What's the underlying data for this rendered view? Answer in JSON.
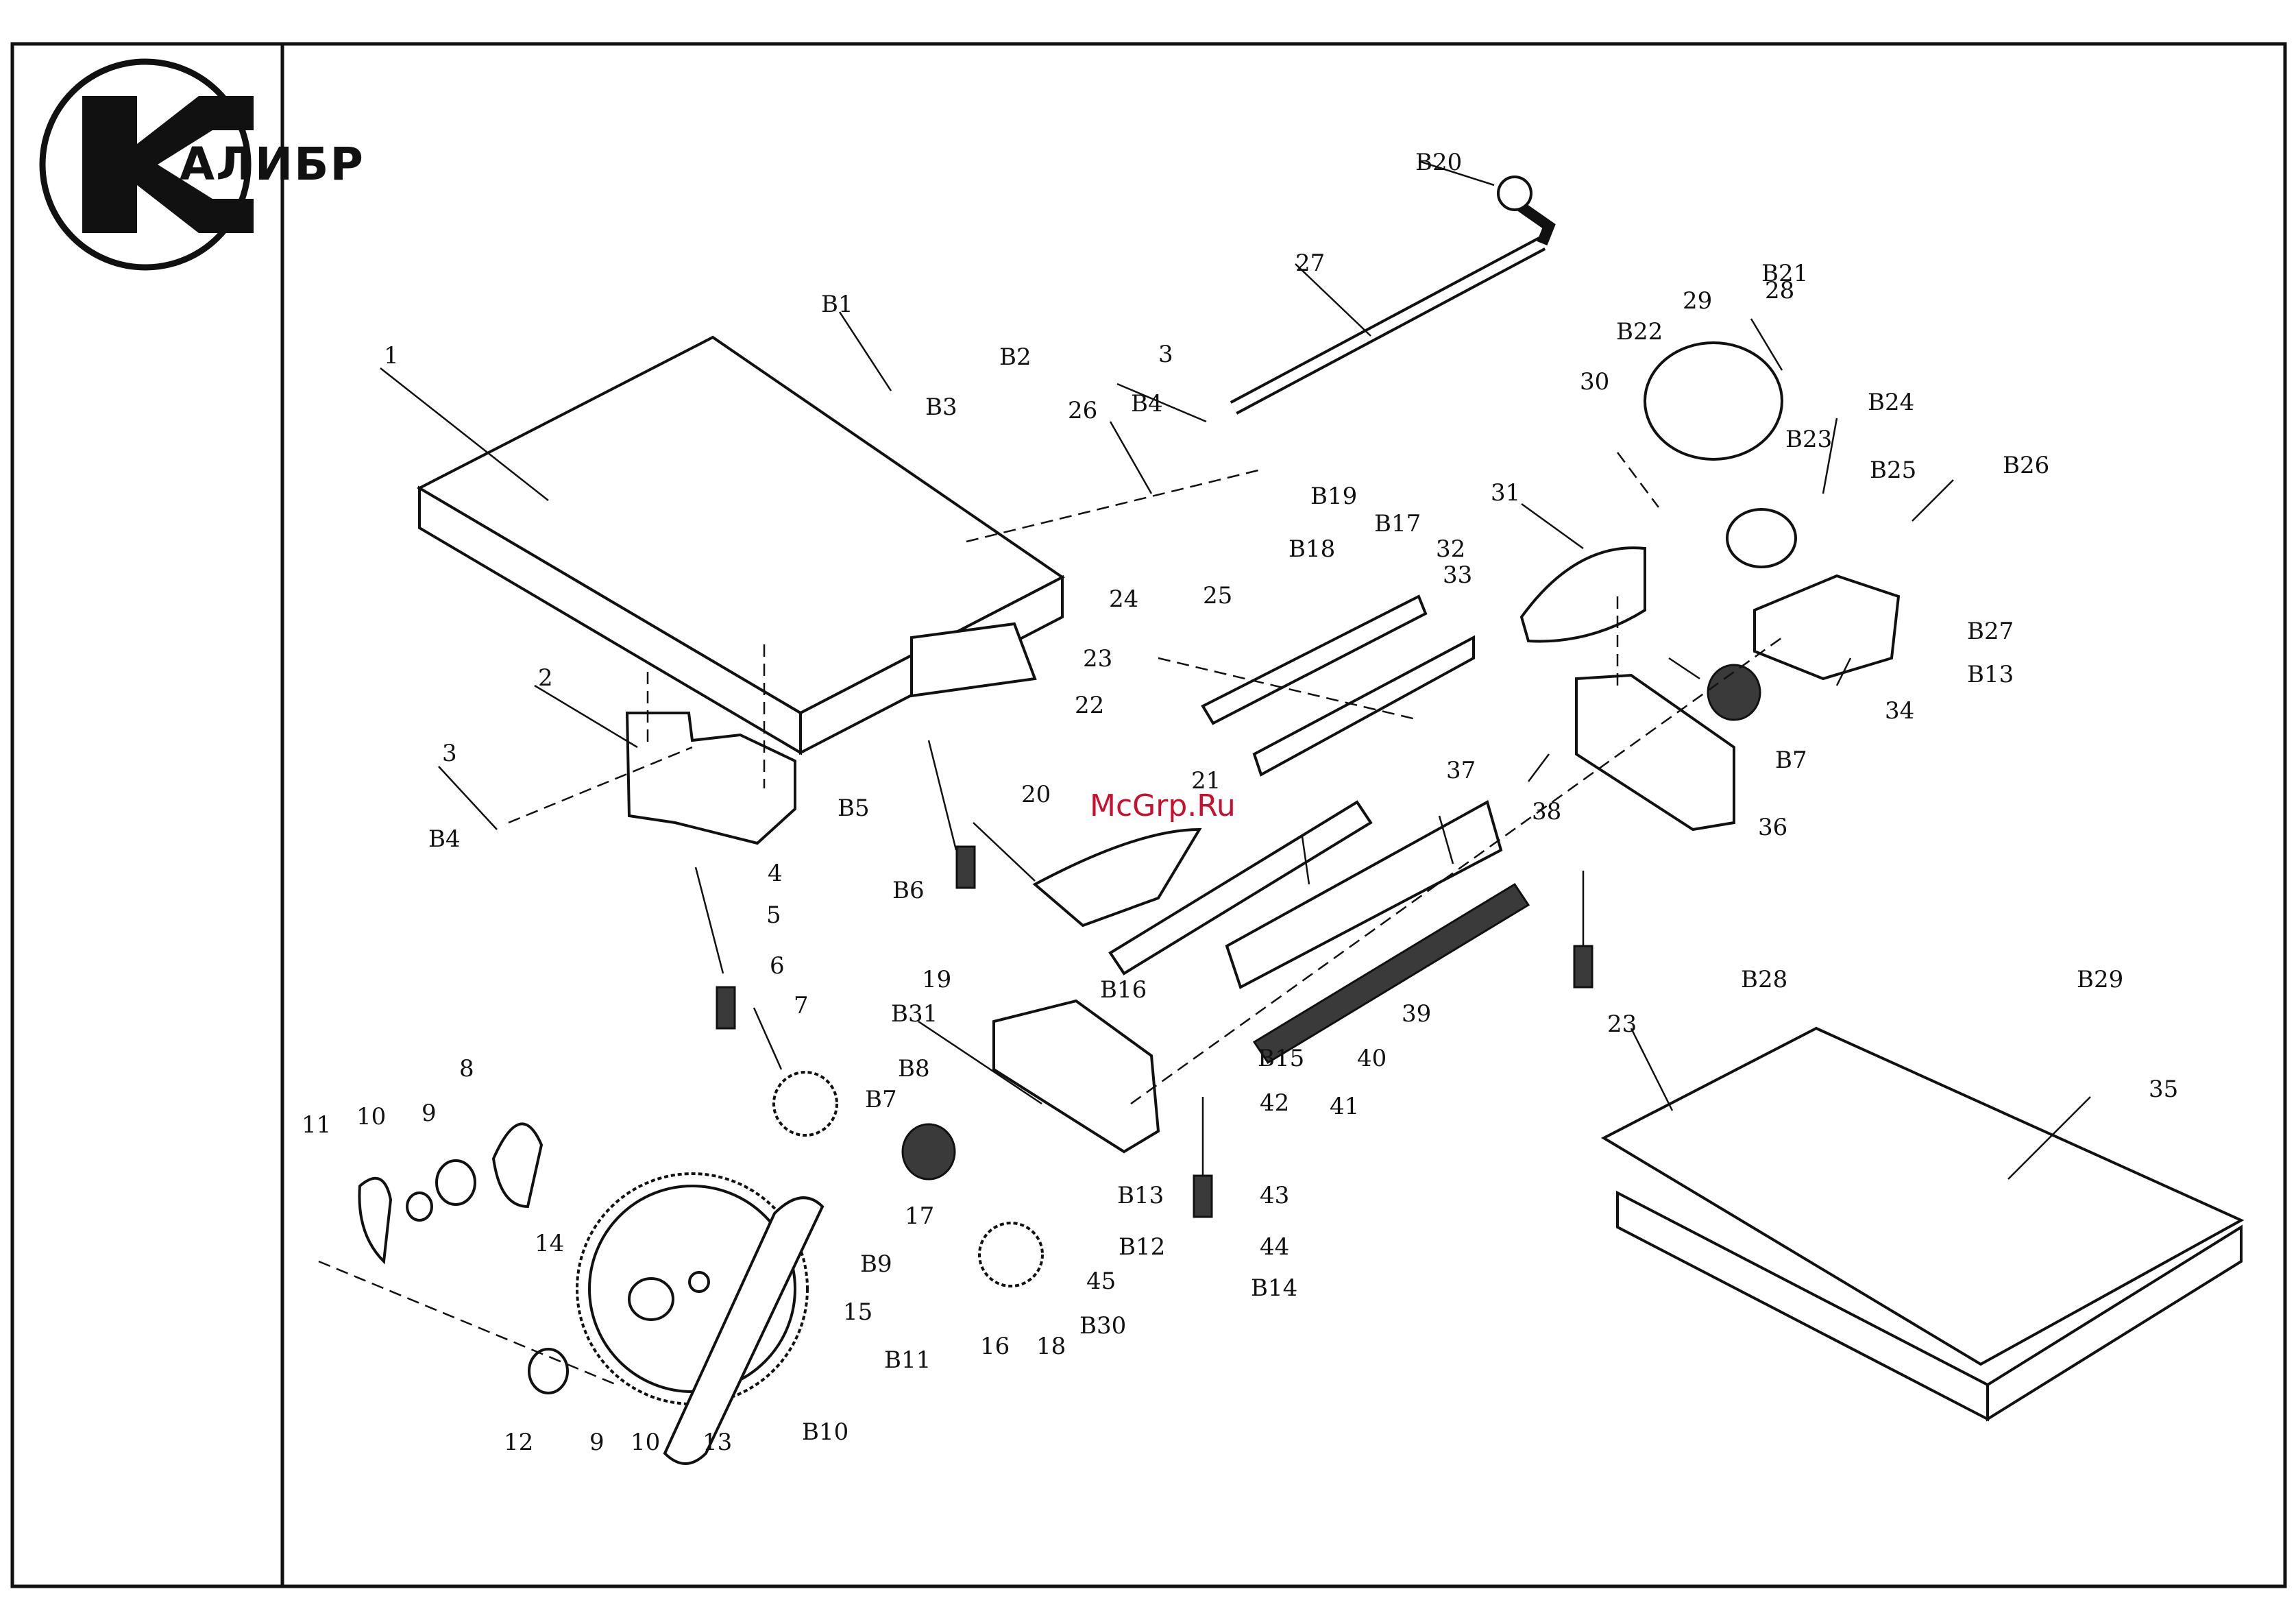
{
  "brand": {
    "name": "АЛИБР"
  },
  "watermark": "McGrp.Ru",
  "labels": [
    {
      "id": "1",
      "text": "1"
    },
    {
      "id": "2",
      "text": "2"
    },
    {
      "id": "3a",
      "text": "3"
    },
    {
      "id": "3b",
      "text": "3"
    },
    {
      "id": "4",
      "text": "4"
    },
    {
      "id": "5",
      "text": "5"
    },
    {
      "id": "6",
      "text": "6"
    },
    {
      "id": "7",
      "text": "7"
    },
    {
      "id": "8",
      "text": "8"
    },
    {
      "id": "9a",
      "text": "9"
    },
    {
      "id": "9b",
      "text": "9"
    },
    {
      "id": "10a",
      "text": "10"
    },
    {
      "id": "10b",
      "text": "10"
    },
    {
      "id": "11",
      "text": "11"
    },
    {
      "id": "12",
      "text": "12"
    },
    {
      "id": "13",
      "text": "13"
    },
    {
      "id": "14",
      "text": "14"
    },
    {
      "id": "15",
      "text": "15"
    },
    {
      "id": "16",
      "text": "16"
    },
    {
      "id": "17",
      "text": "17"
    },
    {
      "id": "18",
      "text": "18"
    },
    {
      "id": "19",
      "text": "19"
    },
    {
      "id": "20",
      "text": "20"
    },
    {
      "id": "21",
      "text": "21"
    },
    {
      "id": "22",
      "text": "22"
    },
    {
      "id": "23a",
      "text": "23"
    },
    {
      "id": "23b",
      "text": "23"
    },
    {
      "id": "24",
      "text": "24"
    },
    {
      "id": "25",
      "text": "25"
    },
    {
      "id": "26",
      "text": "26"
    },
    {
      "id": "27",
      "text": "27"
    },
    {
      "id": "28",
      "text": "28"
    },
    {
      "id": "29",
      "text": "29"
    },
    {
      "id": "30",
      "text": "30"
    },
    {
      "id": "31",
      "text": "31"
    },
    {
      "id": "32",
      "text": "32"
    },
    {
      "id": "33",
      "text": "33"
    },
    {
      "id": "34",
      "text": "34"
    },
    {
      "id": "35",
      "text": "35"
    },
    {
      "id": "36",
      "text": "36"
    },
    {
      "id": "37",
      "text": "37"
    },
    {
      "id": "38",
      "text": "38"
    },
    {
      "id": "39",
      "text": "39"
    },
    {
      "id": "40",
      "text": "40"
    },
    {
      "id": "41",
      "text": "41"
    },
    {
      "id": "42",
      "text": "42"
    },
    {
      "id": "43",
      "text": "43"
    },
    {
      "id": "44",
      "text": "44"
    },
    {
      "id": "45",
      "text": "45"
    },
    {
      "id": "B1",
      "text": "B1"
    },
    {
      "id": "B2",
      "text": "B2"
    },
    {
      "id": "B3",
      "text": "B3"
    },
    {
      "id": "B4a",
      "text": "B4"
    },
    {
      "id": "B4b",
      "text": "B4"
    },
    {
      "id": "B5",
      "text": "B5"
    },
    {
      "id": "B6",
      "text": "B6"
    },
    {
      "id": "B7a",
      "text": "B7"
    },
    {
      "id": "B7b",
      "text": "B7"
    },
    {
      "id": "B8",
      "text": "B8"
    },
    {
      "id": "B9",
      "text": "B9"
    },
    {
      "id": "B10",
      "text": "B10"
    },
    {
      "id": "B11",
      "text": "B11"
    },
    {
      "id": "B12",
      "text": "B12"
    },
    {
      "id": "B13a",
      "text": "B13"
    },
    {
      "id": "B13b",
      "text": "B13"
    },
    {
      "id": "B14",
      "text": "B14"
    },
    {
      "id": "B15",
      "text": "B15"
    },
    {
      "id": "B16",
      "text": "B16"
    },
    {
      "id": "B17",
      "text": "B17"
    },
    {
      "id": "B18",
      "text": "B18"
    },
    {
      "id": "B19",
      "text": "B19"
    },
    {
      "id": "B20",
      "text": "B20"
    },
    {
      "id": "B21",
      "text": "B21"
    },
    {
      "id": "B22",
      "text": "B22"
    },
    {
      "id": "B23",
      "text": "B23"
    },
    {
      "id": "B24",
      "text": "B24"
    },
    {
      "id": "B25",
      "text": "B25"
    },
    {
      "id": "B26",
      "text": "B26"
    },
    {
      "id": "B27",
      "text": "B27"
    },
    {
      "id": "B28",
      "text": "B28"
    },
    {
      "id": "B29",
      "text": "B29"
    },
    {
      "id": "B30",
      "text": "B30"
    },
    {
      "id": "B31",
      "text": "B31"
    }
  ]
}
